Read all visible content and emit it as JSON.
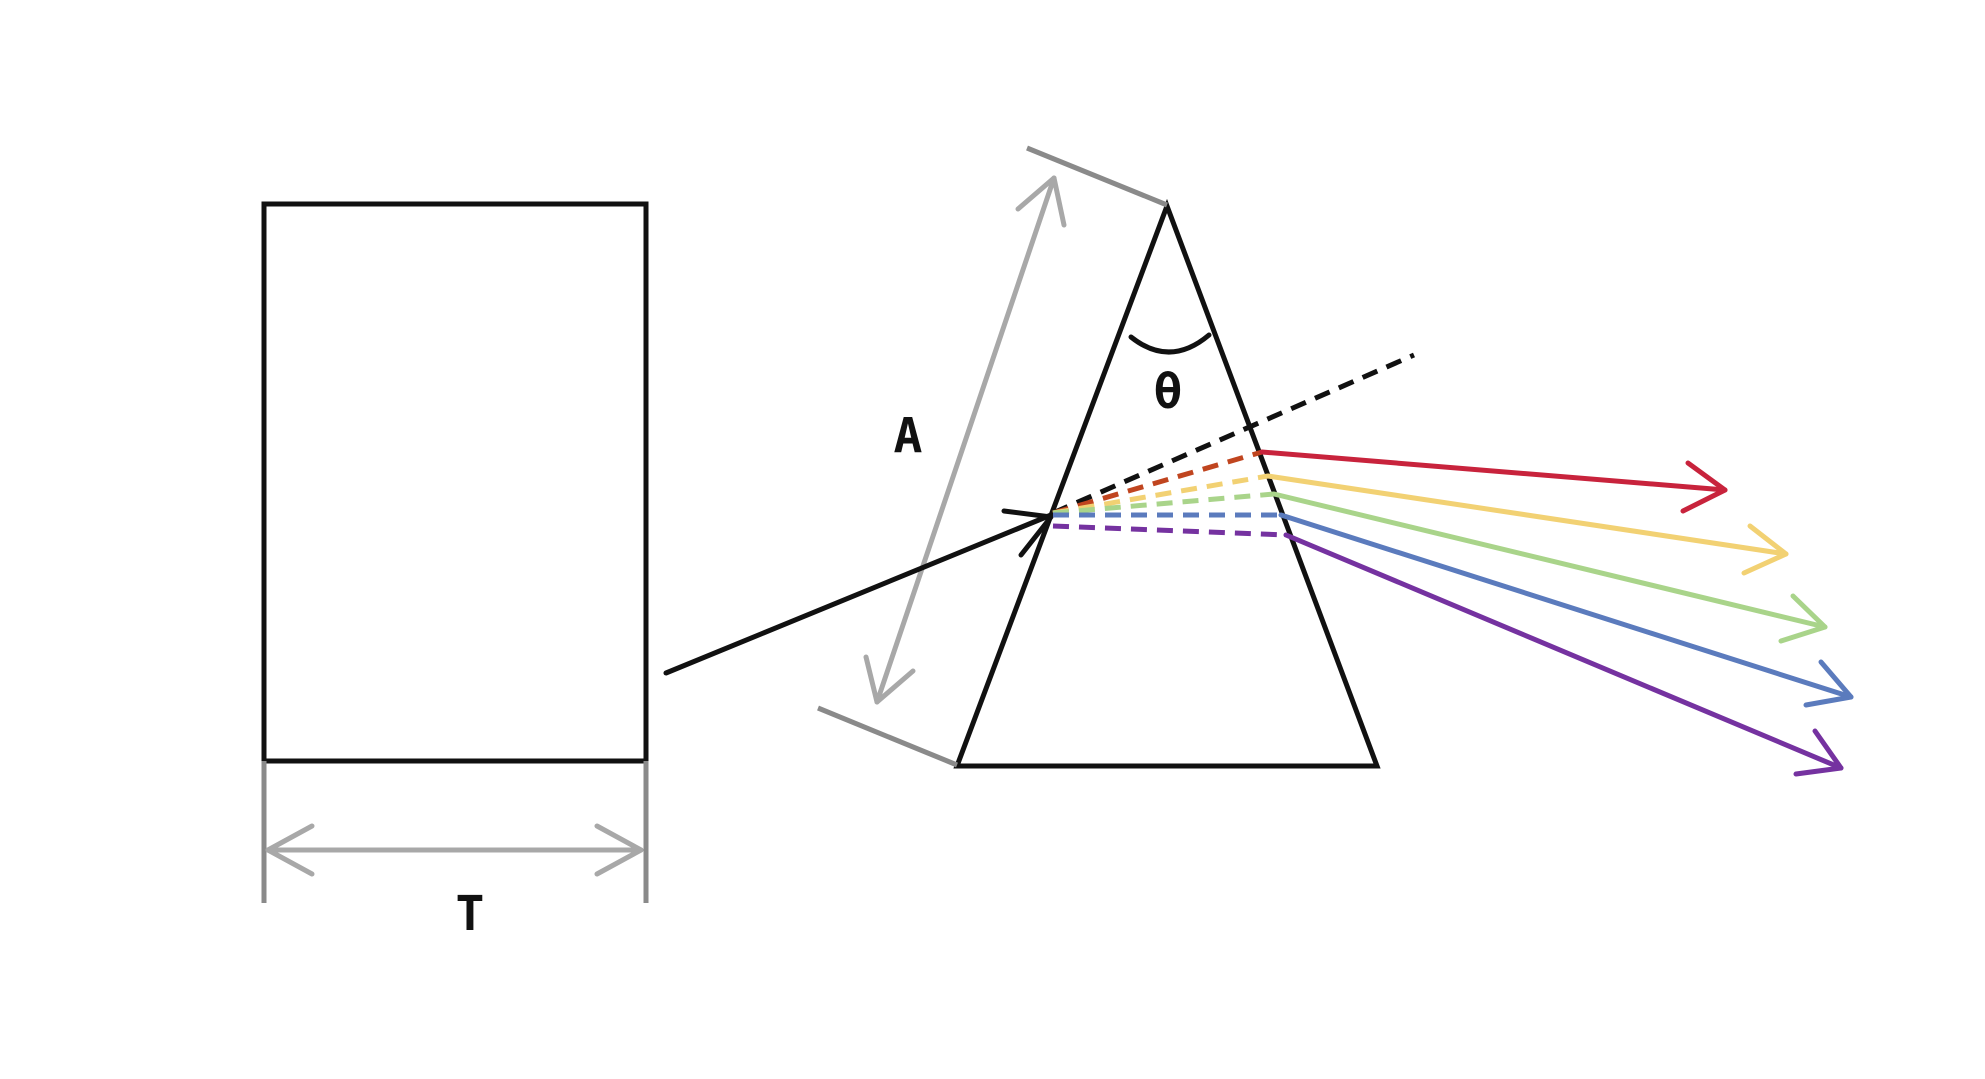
{
  "labels": {
    "thickness": "T",
    "prism_side": "A",
    "apex_angle": "θ"
  },
  "colors": {
    "outline": "#111111",
    "dimension_dark": "#8a8a8a",
    "dimension_light": "#a8a8a8",
    "rays": {
      "red": "#c8233c",
      "yellow": "#f2d173",
      "green": "#a9d48a",
      "blue": "#5b7bbd",
      "violet": "#7532a0",
      "orange_red_internal": "#c0451f"
    }
  },
  "icons": [
    "arrow-head-icon",
    "angle-arc-icon"
  ]
}
